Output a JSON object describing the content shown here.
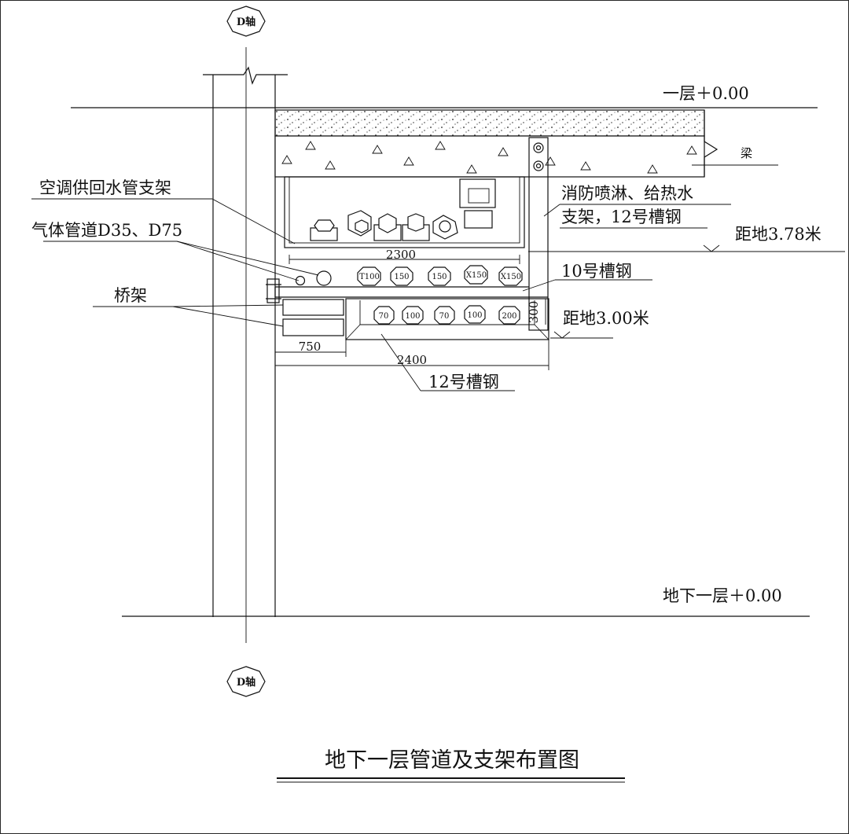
{
  "drawing": {
    "title": "地下一层管道及支架布置图",
    "axis_top": "D轴",
    "axis_bottom": "D轴",
    "level_upper": "一层＋0.00",
    "level_lower": "地下一层＋0.00",
    "beam": "梁",
    "labels": {
      "ac_support": "空调供回水管支架",
      "gas_pipe": "气体管道D35、D75",
      "cable_tray": "桥架",
      "fire_support_1": "消防喷淋、给热水",
      "fire_support_2": "支架，12号槽钢",
      "elev_378": "距地3.78米",
      "channel_10": "10号槽钢",
      "elev_300": "距地3.00米",
      "channel_12": "12号槽钢"
    },
    "dimensions": {
      "d2300": "2300",
      "d2400": "2400",
      "d750": "750",
      "d300": "300"
    },
    "upper_row_pipes": [
      "T100",
      "150",
      "150",
      "X150",
      "X150"
    ],
    "lower_row_pipes": [
      "70",
      "100",
      "70",
      "100",
      "200"
    ]
  }
}
